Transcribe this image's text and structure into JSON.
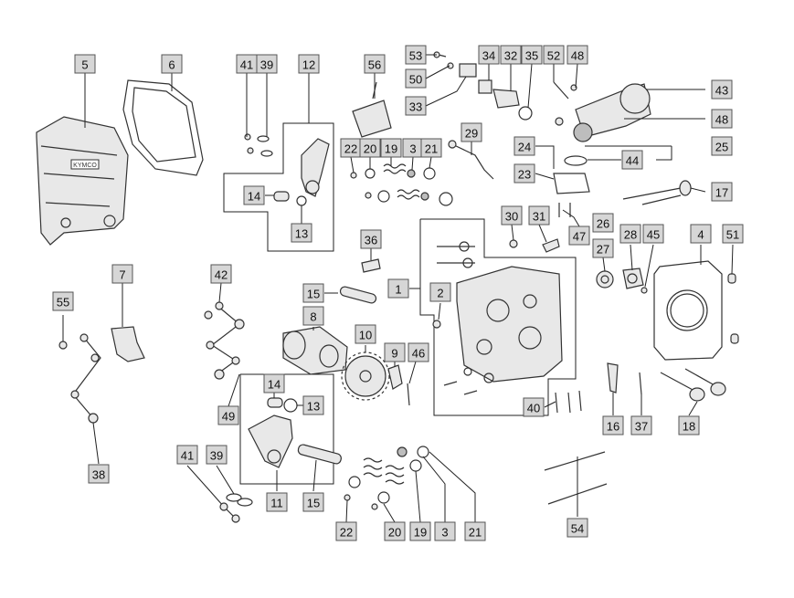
{
  "labels": [
    "5",
    "6",
    "41",
    "39",
    "12",
    "56",
    "53",
    "50",
    "33",
    "34",
    "32",
    "35",
    "52",
    "48",
    "43",
    "48",
    "29",
    "22",
    "20",
    "19",
    "3",
    "21",
    "24",
    "23",
    "44",
    "25",
    "17",
    "14",
    "13",
    "36",
    "30",
    "31",
    "26",
    "27",
    "28",
    "45",
    "4",
    "51",
    "47",
    "7",
    "55",
    "42",
    "15",
    "8",
    "10",
    "1",
    "2",
    "9",
    "46",
    "14",
    "13",
    "49",
    "40",
    "16",
    "37",
    "18",
    "38",
    "41",
    "39",
    "11",
    "15",
    "22",
    "20",
    "19",
    "3",
    "21",
    "54"
  ],
  "colors": {
    "label_fill": "#d6d6d6",
    "line": "#222222",
    "part": "#e8e8e8"
  },
  "brand_text": "KYMCO"
}
